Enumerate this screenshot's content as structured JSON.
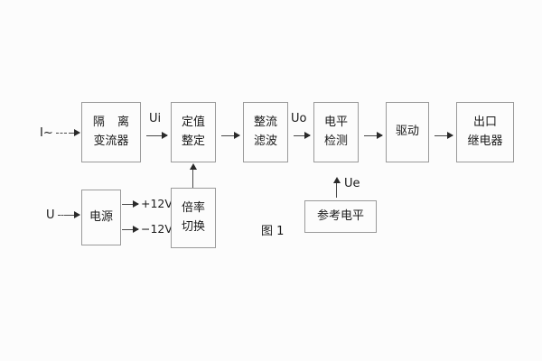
{
  "figure": {
    "caption": "图 1",
    "background_color": "#fcfcfc",
    "box_border_color": "#9a9a9a",
    "line_color": "#4a4a4a",
    "text_color": "#1a1a1a"
  },
  "inputs": [
    {
      "id": "current-input",
      "label": "I~"
    },
    {
      "id": "voltage-input",
      "label": "U"
    }
  ],
  "blocks": [
    {
      "id": "isolation-transformer",
      "lines": [
        "隔 离",
        "变流器"
      ],
      "spaced_first": true
    },
    {
      "id": "setting-adjustment",
      "lines": [
        "定值",
        "整定"
      ],
      "spaced_first": false
    },
    {
      "id": "rectify-filter",
      "lines": [
        "整流",
        "滤波"
      ],
      "spaced_first": false
    },
    {
      "id": "level-detection",
      "lines": [
        "电平",
        "检测"
      ],
      "spaced_first": false
    },
    {
      "id": "drive",
      "lines": [
        "驱动"
      ],
      "spaced_first": false
    },
    {
      "id": "output-relay",
      "lines": [
        "出口",
        "继电器"
      ],
      "spaced_first": false
    },
    {
      "id": "power-supply",
      "lines": [
        "电源"
      ],
      "spaced_first": false
    },
    {
      "id": "multiplier-switch",
      "lines": [
        "倍率",
        "切换"
      ],
      "spaced_first": false
    },
    {
      "id": "reference-level",
      "lines": [
        "参考电平"
      ],
      "spaced_first": false
    }
  ],
  "signals": [
    {
      "id": "ui",
      "label": "Ui"
    },
    {
      "id": "uo",
      "label": "Uo"
    },
    {
      "id": "ue",
      "label": "Ue"
    }
  ],
  "power_rails": [
    {
      "id": "rail-positive",
      "label": "+12V"
    },
    {
      "id": "rail-negative",
      "label": "−12V"
    }
  ]
}
